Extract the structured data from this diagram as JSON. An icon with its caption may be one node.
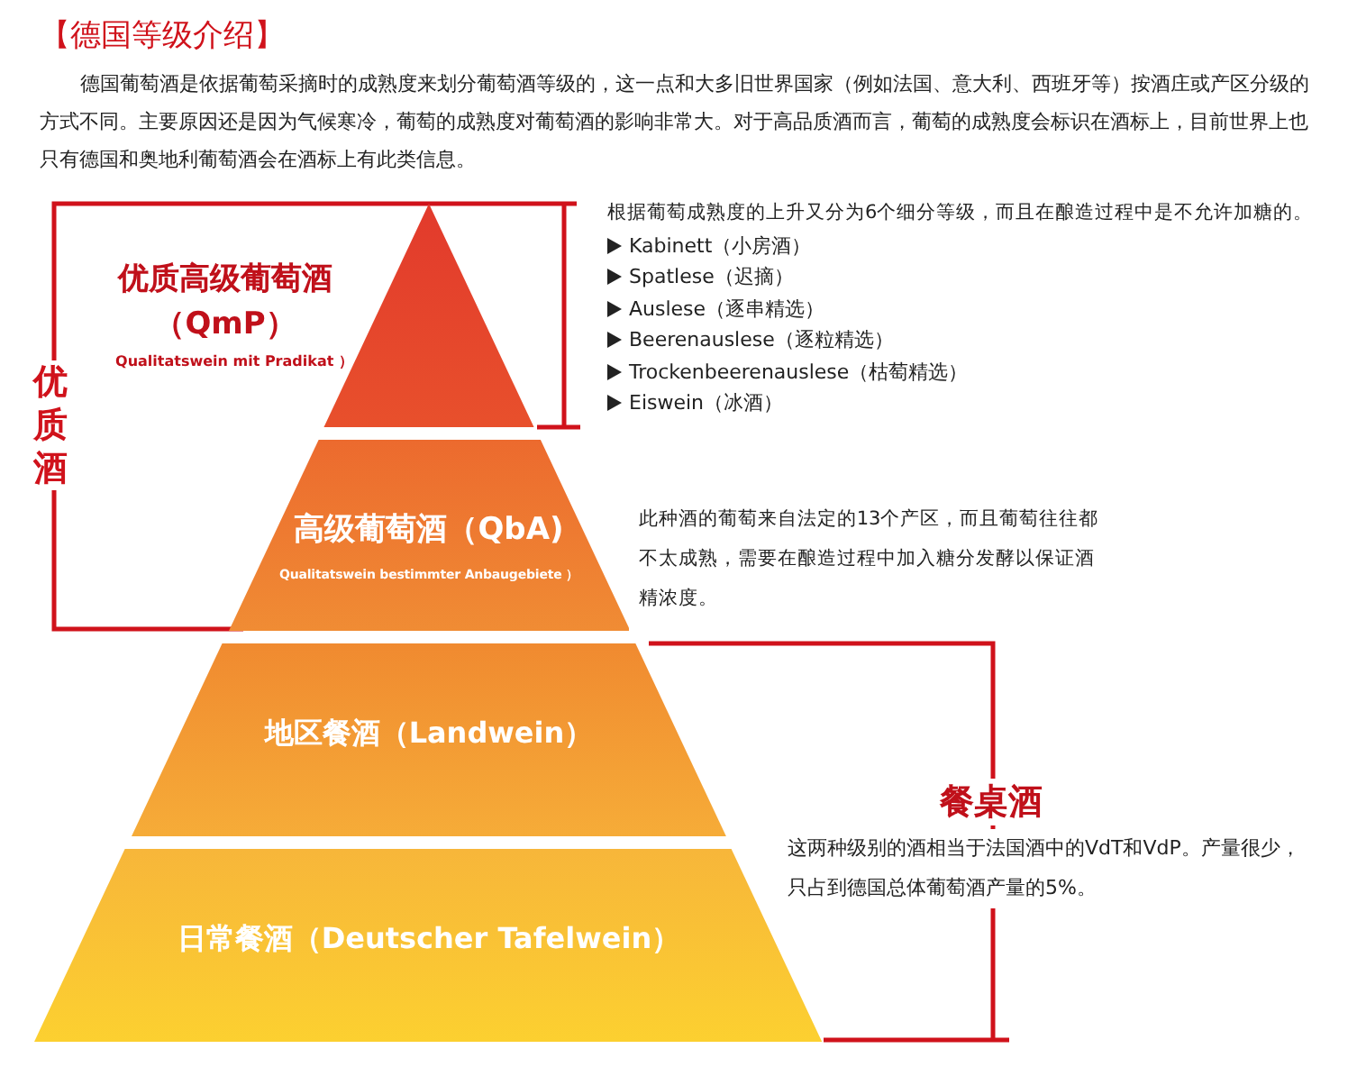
{
  "diagram": {
    "title": "【德国等级介绍】",
    "nodes": [
      {
        "text": [
          "优质高级葡萄酒（QmP）",
          "Qualitatswein mit Pradikat ）"
        ],
        "beside": [
          "根据葡萄成熟度的上升又分为6个细分等级，而且在酿造过程中是不允许加糖的。",
          "Kabinett（小房酒）",
          "Spatlese（迟摘）",
          "Auslese（逐串精选）",
          "Beerenauslese（逐粒精选）",
          "Trockenbeerenauslese（枯萄精选）",
          "Eiswein（冰酒）"
        ]
      },
      {
        "text": [
          "高级葡萄酒（QbA)",
          "Qualitatswein bestimmter Anbaugebiete ）"
        ],
        "beside": [
          "此种酒的葡萄来自法定的13个产区，而且葡萄往往都不太成熟，需要在酿造过程中加入糖分发酵以保证酒精浓度。"
        ]
      },
      {
        "text": [
          "地区餐酒（Landwein）"
        ]
      },
      {
        "text": [
          "日常餐酒（Deutscher Tafelwein）"
        ]
      }
    ],
    "labels": [
      "德国葡萄酒是依据葡萄采摘时的成熟度来划分葡萄酒等级的，这一点和大多旧世界国家（例如法国、意大利、西班牙等）按酒庄或产区分级的方式不同。主要原因还是因为气候寒冷，葡萄的成熟度对葡萄酒的影响非常大。对于高品质酒而言，葡萄的成熟度会标识在酒标上，目前世界上也只有德国和奥地利葡萄酒会在酒标上有此类信息。",
      "优质酒",
      "餐桌酒",
      "这两种级别的酒相当于法国酒中的VdT和VdP。产量很少，只占到德国总体葡萄酒产量的5%。"
    ]
  }
}
